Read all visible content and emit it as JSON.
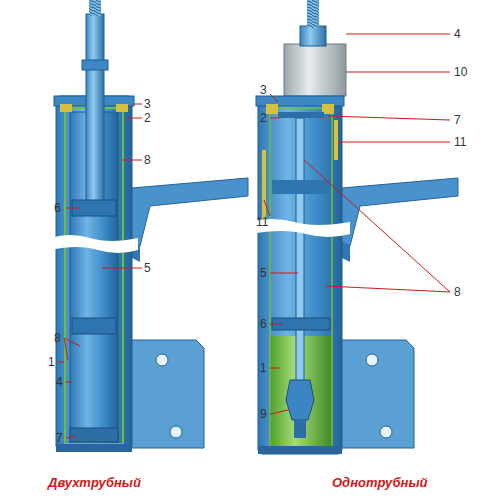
{
  "diagram": {
    "labels": [
      "3",
      "2",
      "8",
      "6",
      "5",
      "8",
      "1",
      "4",
      "7",
      "Двухтрубный",
      "4",
      "10",
      "3",
      "2",
      "7",
      "11",
      "11",
      "5",
      "8",
      "6",
      "1",
      "9",
      "Однотрубный"
    ]
  }
}
